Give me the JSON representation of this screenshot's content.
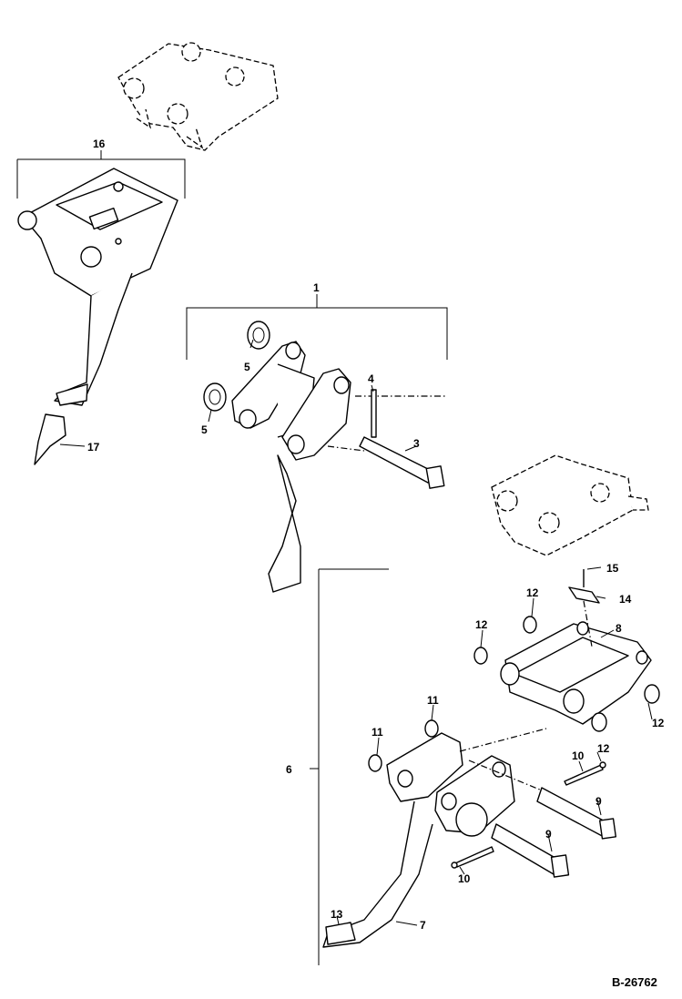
{
  "document_number": "B-26762",
  "callouts": {
    "c1": "1",
    "c3": "3",
    "c4": "4",
    "c5a": "5",
    "c5b": "5",
    "c6": "6",
    "c7": "7",
    "c8": "8",
    "c9a": "9",
    "c9b": "9",
    "c10a": "10",
    "c10b": "10",
    "c11a": "11",
    "c11b": "11",
    "c12a": "12",
    "c12b": "12",
    "c12c": "12",
    "c12d": "12",
    "c13": "13",
    "c14": "14",
    "c15": "15",
    "c16": "16",
    "c17": "17"
  }
}
